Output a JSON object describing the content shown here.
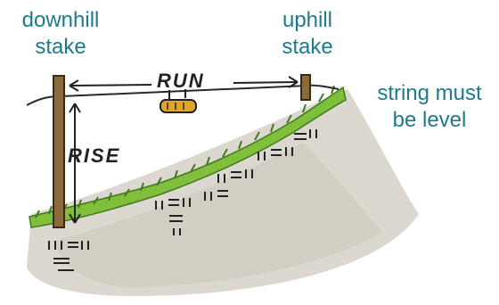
{
  "labels": {
    "downhill_stake": "downhill stake",
    "uphill_stake": "uphill stake",
    "string_note": "string must be level",
    "run": "RUN",
    "rise": "RISE"
  },
  "colors": {
    "label_text": "#1e7a8c",
    "stake_wood": "#8b6b3c",
    "grass": "#7fbf3a",
    "soil": "#d8d4cc",
    "string": "#2a2a2a",
    "level_body": "#e2a52a"
  },
  "icons": {
    "line_level": "line-level-icon"
  }
}
